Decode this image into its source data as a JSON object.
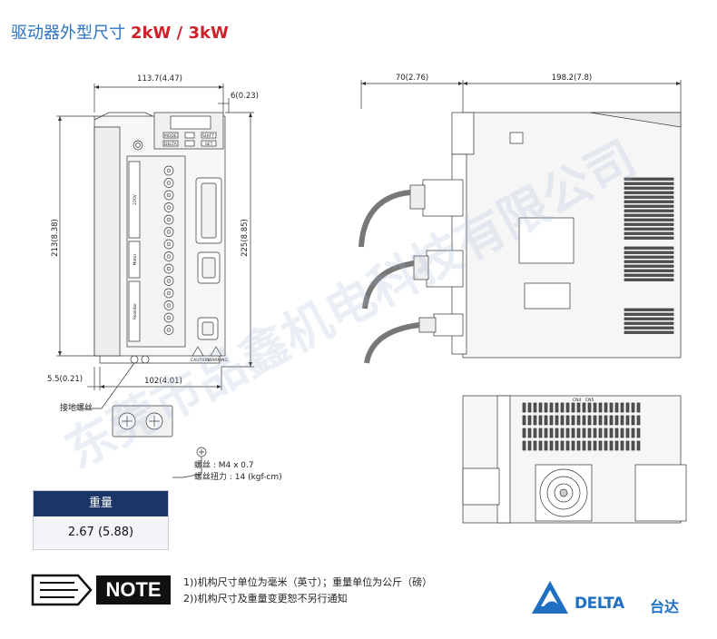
{
  "header": {
    "title": "驱动器外型尺寸",
    "power": "2kW / 3kW"
  },
  "front_view": {
    "width_dim": "113.7(4.47)",
    "right_gap_dim": "6(0.23)",
    "height_dim": "213(8.38)",
    "total_height_dim": "225(8.85)",
    "left_offset_dim": "5.5(0.21)",
    "screw_spacing_dim": "102(4.01)",
    "keypad_keys": [
      "MODE",
      "SHIFT",
      "SET"
    ],
    "brand_mark": "DELTA",
    "terminal_labels": [
      "220V",
      "Motor",
      "Resistor"
    ],
    "caution_label": "CAUTION",
    "warning_label": "WARNING"
  },
  "side_view": {
    "front_depth_dim": "70(2.76)",
    "body_depth_dim": "198.2(7.8)"
  },
  "bottom_view": {
    "connector_labels": [
      "CN4",
      "CN5"
    ]
  },
  "ground_screw": {
    "label": "接地螺丝",
    "spec_line1": "螺丝 : M4 x 0.7",
    "spec_line2": "螺丝扭力 : 14 (kgf-cm)"
  },
  "weight": {
    "header": "重量",
    "value": "2.67 (5.88)"
  },
  "note": {
    "badge": "NOTE",
    "line1": "1))机构尺寸单位为毫米（英寸）；重量单位为公斤（磅）",
    "line2": "2))机构尺寸及重量变更恕不另行通知"
  },
  "logo": {
    "brand": "DELTA",
    "cn": "台达"
  },
  "watermark": {
    "text": "东莞市品鑫机电科技有限公司"
  },
  "colors": {
    "title_blue": "#2a73c7",
    "title_red": "#d0202a",
    "weight_header": "#1b3566",
    "logo_blue": "#1f6fc3"
  }
}
